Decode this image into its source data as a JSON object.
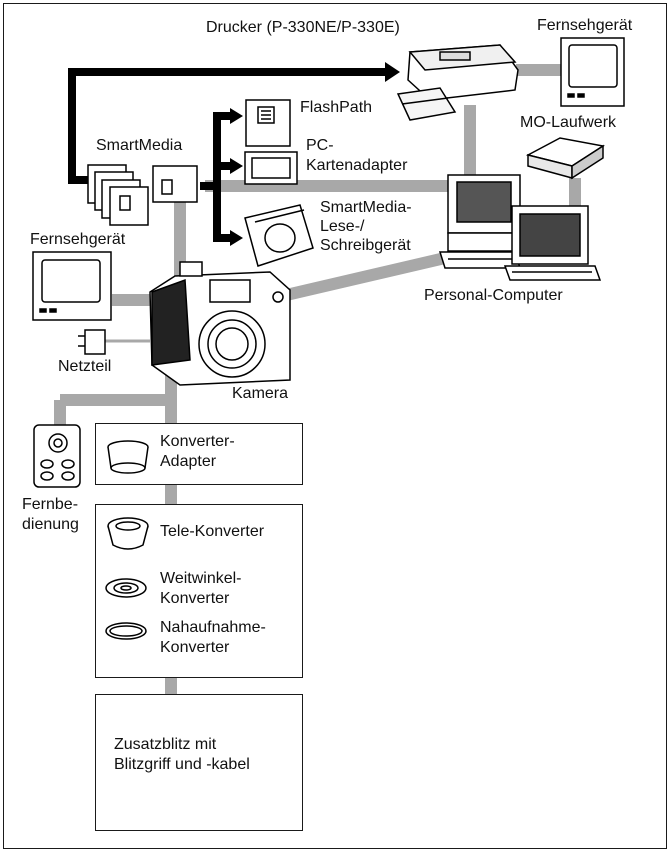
{
  "labels": {
    "printer": "Drucker (P-330NE/P-330E)",
    "tv_top": "Fernsehgerät",
    "mo_drive": "MO-Laufwerk",
    "flashpath": "FlashPath",
    "pc_adapter_1": "PC-",
    "pc_adapter_2": "Kartenadapter",
    "smartmedia": "SmartMedia",
    "reader_1": "SmartMedia-",
    "reader_2": "Lese-/",
    "reader_3": "Schreibgerät",
    "tv_left": "Fernsehgerät",
    "pc": "Personal-Computer",
    "netzteil": "Netzteil",
    "kamera": "Kamera",
    "remote_1": "Fernbe-",
    "remote_2": "dienung"
  },
  "boxes": {
    "adapter_1": "Konverter-",
    "adapter_2": "Adapter",
    "tele": "Tele-Konverter",
    "wide_1": "Weitwinkel-",
    "wide_2": "Konverter",
    "close_1": "Nahaufnahme-",
    "close_2": "Konverter",
    "flash_1": "Zusatzblitz mit",
    "flash_2": "Blitzgriff und -kabel"
  },
  "colors": {
    "connector_gray": "#a8a8a8",
    "arrow_black": "#000000"
  }
}
